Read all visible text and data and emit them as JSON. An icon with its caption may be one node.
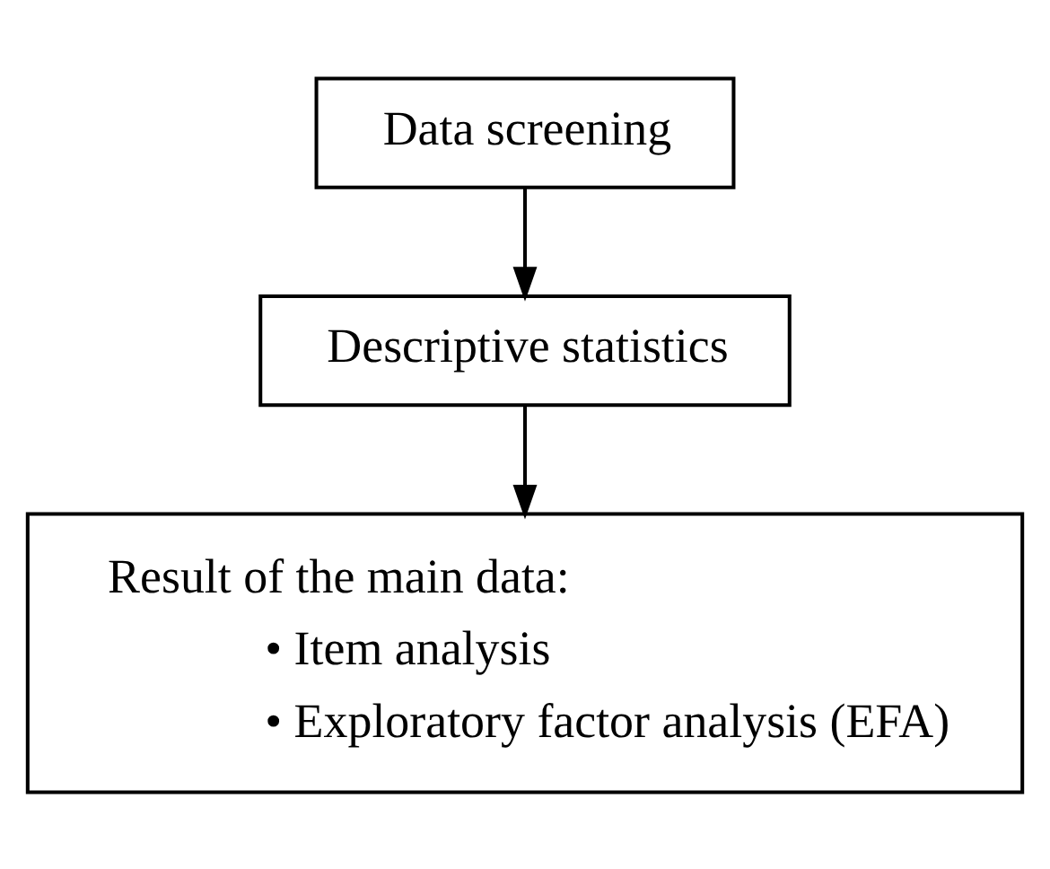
{
  "diagram": {
    "nodes": [
      {
        "text": [
          "Data screening"
        ]
      },
      {
        "text": [
          "Descriptive statistics"
        ]
      },
      {
        "text": [
          "Result of the main data:",
          "• Item analysis",
          "• Exploratory factor analysis (EFA)"
        ]
      }
    ],
    "edges": [
      {
        "from": 0,
        "to": 1,
        "arrow": "to"
      },
      {
        "from": 1,
        "to": 2,
        "arrow": "to"
      }
    ]
  }
}
